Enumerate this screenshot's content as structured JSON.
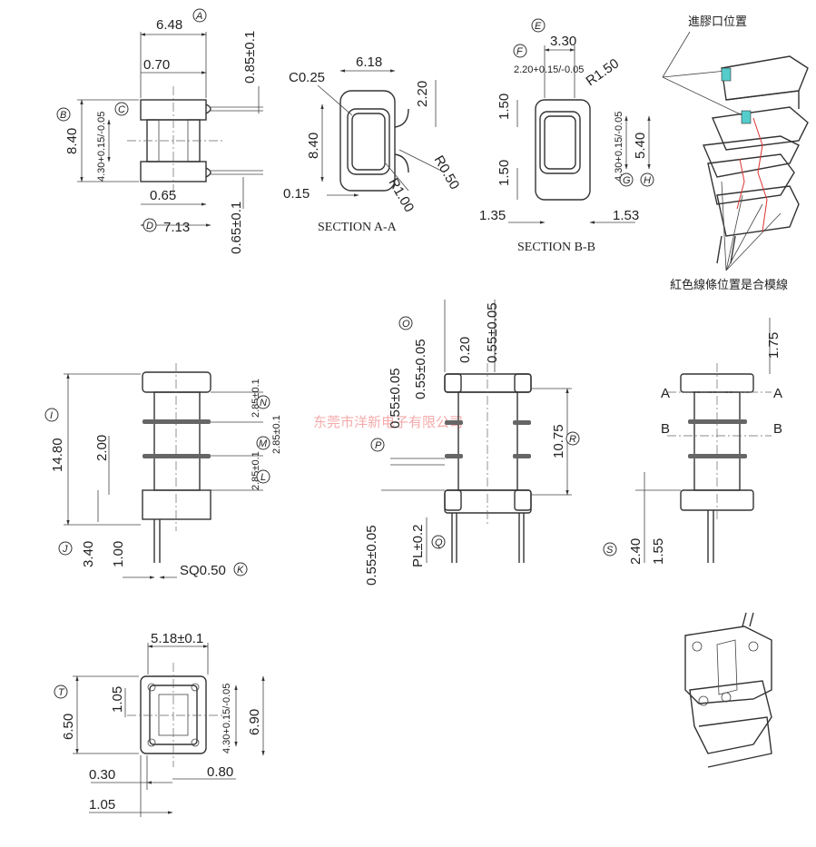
{
  "top_view": {
    "dims": {
      "width_top": "6.48",
      "left_offset": "0.70",
      "pin_top": "0.85±0.1",
      "height": "8.40",
      "inner": "4.30+0.15/-0.05",
      "lower": "0.65",
      "width_bottom": "7.13",
      "pin_bottom": "0.65±0.1"
    },
    "balloons": [
      "A",
      "B",
      "C",
      "D"
    ]
  },
  "section_aa": {
    "title": "SECTION A-A",
    "dims": {
      "chamfer": "C0.25",
      "width": "6.18",
      "right": "2.20",
      "height": "8.40",
      "r1": "R0.50",
      "r2": "R1.00",
      "wall": "0.15"
    }
  },
  "section_bb": {
    "title": "SECTION B-B",
    "dims": {
      "top": "3.30",
      "inner": "2.20+0.15/-0.05",
      "radius": "R1.50",
      "upper": "1.50",
      "lower": "1.50",
      "depth": "4.30+0.15/-0.05",
      "height": "5.40",
      "left": "1.35",
      "right": "1.53"
    },
    "balloons": [
      "E",
      "F",
      "G",
      "H"
    ]
  },
  "iso_view": {
    "gate_label": "進膠口位置",
    "parting_note": "紅色線條位置是合模線"
  },
  "front_view": {
    "dims": {
      "total": "14.80",
      "flange": "2.00",
      "pin_len": "3.40",
      "stand": "1.00",
      "pin_sq": "SQ0.50",
      "pitch1": "2.85±0.1",
      "pitch2": "2.85±0.1",
      "pitch3": "2.85±0.1"
    },
    "balloons": [
      "I",
      "J",
      "K",
      "L",
      "M",
      "N"
    ]
  },
  "side_view": {
    "dims": {
      "d1": "0.55±0.05",
      "d2": "0.55±0.05",
      "d3": "0.20",
      "d4": "0.55±0.05",
      "span": "10.75",
      "pl": "PL±0.2",
      "d5": "0.55±0.05"
    },
    "balloons": [
      "O",
      "P",
      "Q",
      "R"
    ]
  },
  "right_view": {
    "dims": {
      "top": "1.75",
      "pin1": "2.40",
      "pin2": "1.55"
    },
    "markers": {
      "a": "A",
      "b": "B"
    },
    "balloons": [
      "S"
    ]
  },
  "bottom_view": {
    "dims": {
      "width": "5.18±0.1",
      "height": "6.50",
      "slot": "1.05",
      "inner": "4.30+0.15/-0.05",
      "outer": "6.90",
      "d1": "0.30",
      "d2": "0.80",
      "d3": "1.05"
    },
    "balloons": [
      "T"
    ]
  },
  "watermark": "东莞市洋新电子有限公司"
}
